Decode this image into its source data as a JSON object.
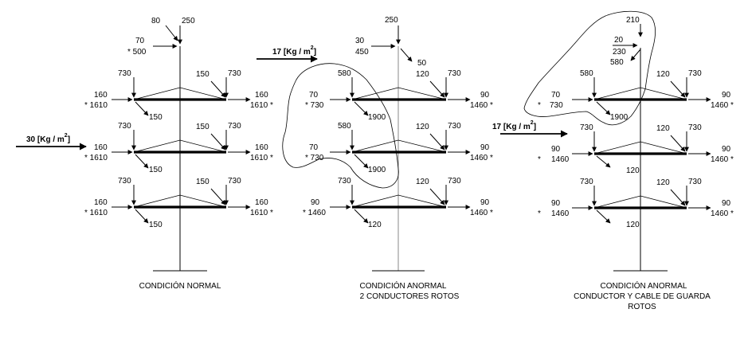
{
  "panel1": {
    "top": {
      "v250": "250",
      "v80": "80",
      "v70": "70",
      "v500": "* 500"
    },
    "wind": {
      "value": "30 [Kg / m",
      "sup": "2",
      "close": "]"
    },
    "rows": [
      {
        "lv": "160",
        "lv2": "* 1610",
        "tl": "730",
        "down": "150",
        "tr1": "150",
        "tr2": "730",
        "rv": "160",
        "rv2": "1610 *"
      },
      {
        "lv": "160",
        "lv2": "* 1610",
        "tl": "730",
        "down": "150",
        "tr1": "150",
        "tr2": "730",
        "rv": "160",
        "rv2": "1610 *"
      },
      {
        "lv": "160",
        "lv2": "* 1610",
        "tl": "730",
        "down": "150",
        "tr1": "150",
        "tr2": "730",
        "rv": "160",
        "rv2": "1610 *"
      }
    ],
    "caption": [
      "CONDICIÓN NORMAL"
    ]
  },
  "panel2": {
    "top": {
      "v250": "250",
      "v30": "30",
      "v450": "450",
      "v50": "50"
    },
    "wind": {
      "value": "17 [Kg / m",
      "sup": "2",
      "close": "]"
    },
    "rows": [
      {
        "lv": "70",
        "lv2": "* 730",
        "tl": "580",
        "down": "1900",
        "tr1": "120",
        "tr2": "730",
        "rv": "90",
        "rv2": "1460 *"
      },
      {
        "lv": "70",
        "lv2": "* 730",
        "tl": "580",
        "down": "1900",
        "tr1": "120",
        "tr2": "730",
        "rv": "90",
        "rv2": "1460 *"
      },
      {
        "lv": "90",
        "lv2": "* 1460",
        "tl": "730",
        "down": "120",
        "tr1": "120",
        "tr2": "730",
        "rv": "90",
        "rv2": "1460 *"
      }
    ],
    "caption": [
      "CONDICIÓN ANORMAL",
      "2 CONDUCTORES ROTOS"
    ]
  },
  "panel3": {
    "top": {
      "v210": "210",
      "v20": "20",
      "v230": "230",
      "v580": "580"
    },
    "wind": {
      "value": "17 [Kg / m",
      "sup": "2",
      "close": "]"
    },
    "rows": [
      {
        "lv": "70",
        "lvStar": "*",
        "lv2": "730",
        "tl": "580",
        "down": "1900",
        "tr1": "120",
        "tr2": "730",
        "rv": "90",
        "rv2": "1460 *"
      },
      {
        "lv": "90",
        "lvStar": "*",
        "lv2": "1460",
        "tl": "730",
        "down": "120",
        "tr1": "120",
        "tr2": "730",
        "rv": "90",
        "rv2": "1460 *"
      },
      {
        "lv": "90",
        "lvStar": "*",
        "lv2": "1460",
        "tl": "730",
        "down": "120",
        "tr1": "120",
        "tr2": "730",
        "rv": "90",
        "rv2": "1460 *"
      }
    ],
    "caption": [
      "CONDICIÓN ANORMAL",
      "CONDUCTOR Y CABLE DE GUARDA",
      "ROTOS"
    ]
  }
}
